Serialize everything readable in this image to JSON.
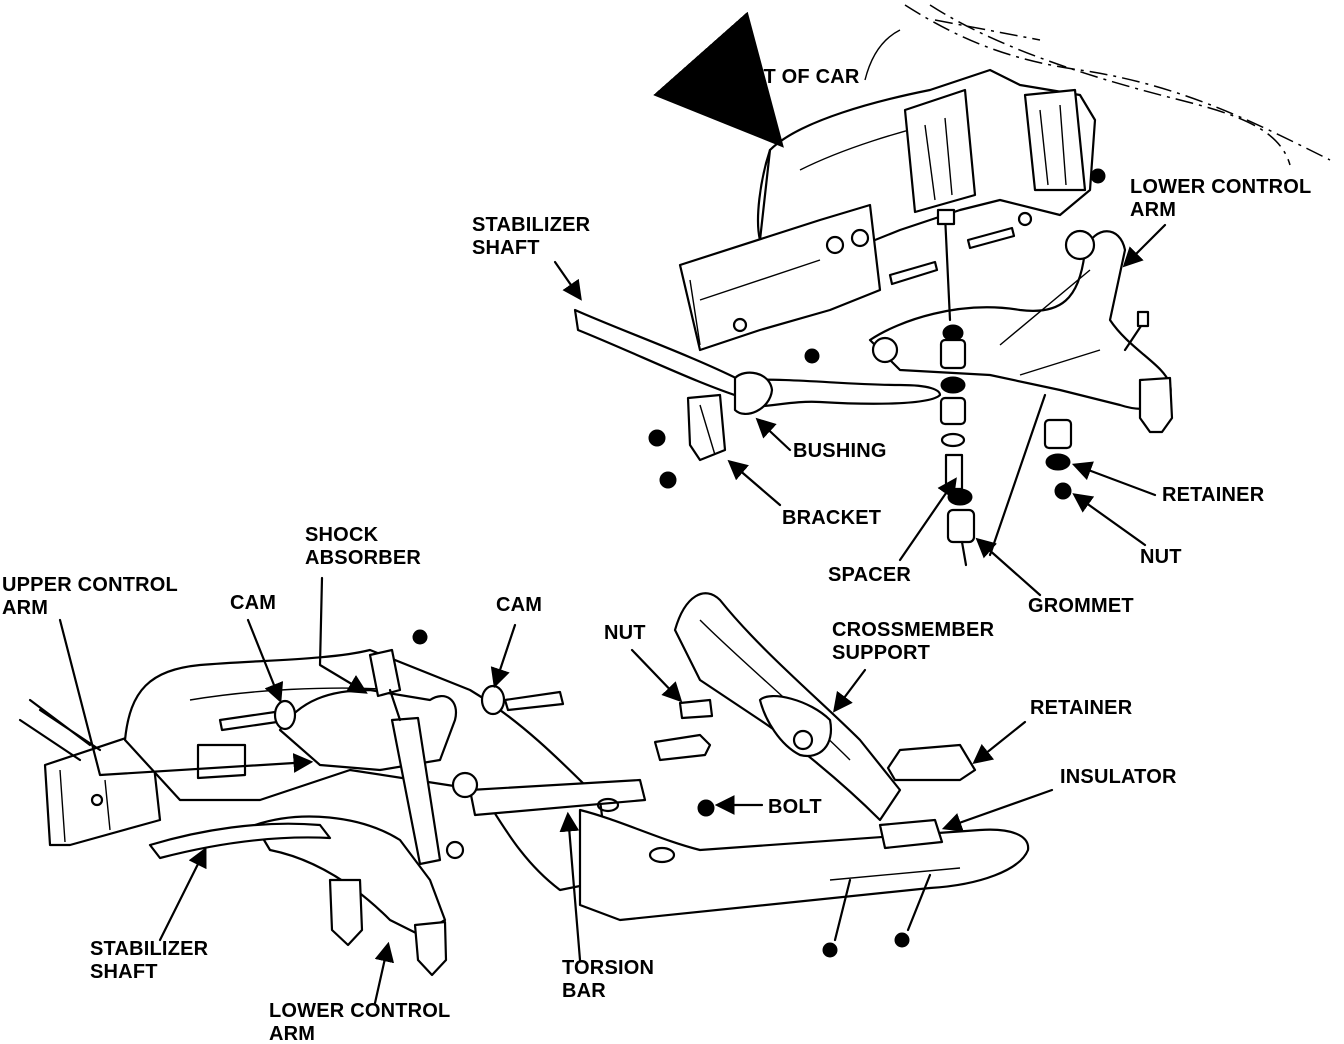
{
  "labels": {
    "front_of_car": "FRONT OF CAR",
    "lower_control_arm_top": [
      "LOWER CONTROL",
      "ARM"
    ],
    "stabilizer_shaft_top": [
      "STABILIZER",
      "SHAFT"
    ],
    "bushing": "BUSHING",
    "bracket": "BRACKET",
    "retainer_top": "RETAINER",
    "nut_top": "NUT",
    "spacer": "SPACER",
    "grommet": "GROMMET",
    "shock_absorber": [
      "SHOCK",
      "ABSORBER"
    ],
    "upper_control_arm": [
      "UPPER CONTROL",
      "ARM"
    ],
    "cam_left": "CAM",
    "cam_right": "CAM",
    "nut_bottom": "NUT",
    "crossmember_support": [
      "CROSSMEMBER",
      "SUPPORT"
    ],
    "retainer_bottom": "RETAINER",
    "insulator": "INSULATOR",
    "bolt": "BOLT",
    "stabilizer_shaft_bottom": [
      "STABILIZER",
      "SHAFT"
    ],
    "lower_control_arm_bottom": [
      "LOWER CONTROL",
      "ARM"
    ],
    "torsion_bar": [
      "TORSION",
      "BAR"
    ]
  },
  "colors": {
    "ink": "#000000",
    "paper": "#ffffff"
  }
}
